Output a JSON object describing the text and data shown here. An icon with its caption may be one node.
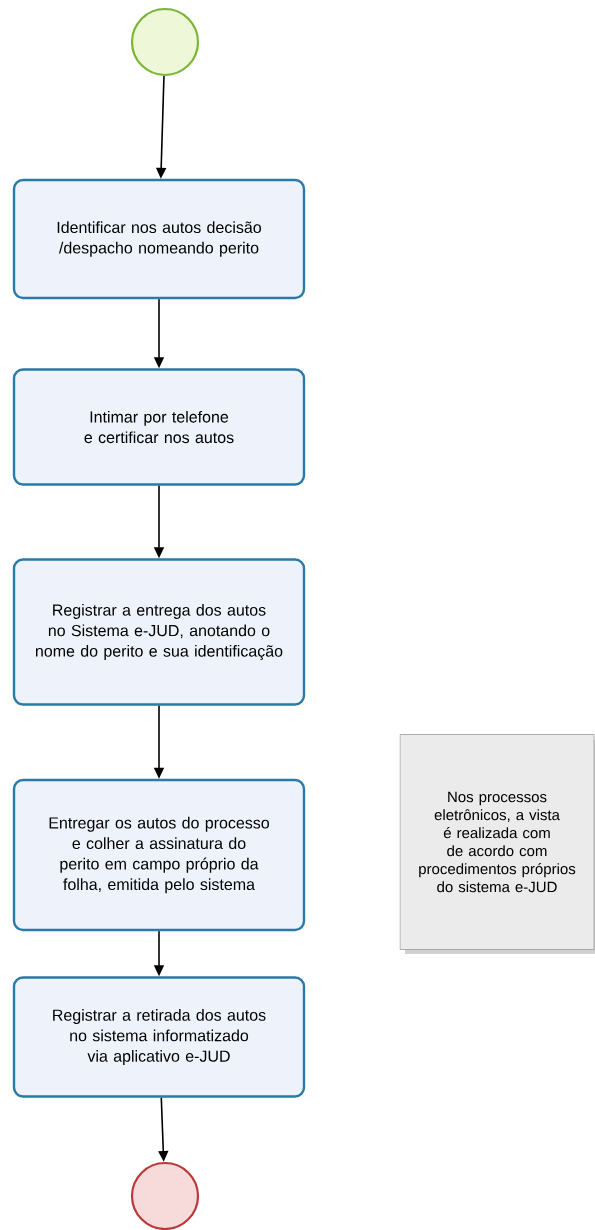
{
  "diagram": {
    "nodes": [
      {
        "text": [],
        "shape": "circle"
      },
      {
        "text": [
          "Identificar nos autos decisão /despacho nomeando perito"
        ]
      },
      {
        "text": [
          "Intimar por telefone e certificar nos autos"
        ]
      },
      {
        "text": [
          "Registrar a entrega dos autos no Sistema e-JUD, anotando o nome do perito e sua identificação"
        ]
      },
      {
        "text": [
          "Entregar os autos do processo e colher a assinatura do perito em campo próprio da folha, emitida pelo sistema"
        ]
      },
      {
        "text": [
          "Registrar a retirada dos autos no sistema informatizado via aplicativo e-JUD"
        ]
      },
      {
        "text": [],
        "shape": "circle"
      },
      {
        "text": [
          "Nos processos eletrônicos, a vista é realizada com de acordo com procedimentos próprios do sistema e-JUD"
        ]
      }
    ],
    "edges": [
      {
        "from": 0,
        "to": 1,
        "arrow": "to"
      },
      {
        "from": 1,
        "to": 2,
        "arrow": "to"
      },
      {
        "from": 2,
        "to": 3,
        "arrow": "to"
      },
      {
        "from": 3,
        "to": 4,
        "arrow": "to"
      },
      {
        "from": 4,
        "to": 5,
        "arrow": "to"
      },
      {
        "from": 5,
        "to": 6,
        "arrow": "to"
      }
    ]
  }
}
